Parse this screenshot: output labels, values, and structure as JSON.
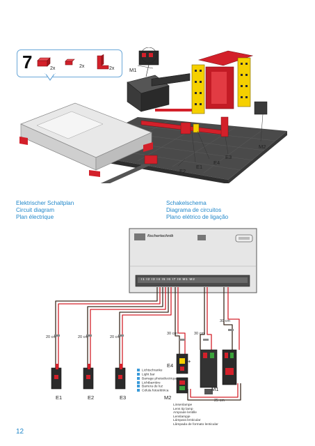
{
  "step": {
    "number": "7",
    "parts": [
      {
        "qty": "2x"
      },
      {
        "qty": "2x"
      },
      {
        "qty": "2x"
      }
    ]
  },
  "model_callouts": {
    "m1": "M1",
    "m2": "M2",
    "e1": "E1",
    "e2": "E2",
    "e3": "E3",
    "e4": "E4"
  },
  "headings": {
    "left": [
      "Elektrischer Schaltplan",
      "Circuit diagram",
      "Plan électrique"
    ],
    "right": [
      "Schakelschema",
      "Diagrama de circuitos",
      "Plano elétrico de ligação"
    ]
  },
  "controller": {
    "brand": "fischertechnik",
    "terminal_strip": "I1 I2 I3 I4 I5 I6 I7 I8 M1 M2"
  },
  "cable_lengths": {
    "e1": "20 cm",
    "e2": "20 cm",
    "e3": "20 cm",
    "e4": "30 cm",
    "m1": "30 cm",
    "m2": "30 cm",
    "bottom": "25 cm"
  },
  "circuit_labels": {
    "e1": "E1",
    "e2": "E2",
    "e3": "E3",
    "e4": "E4",
    "m1": "M1",
    "m2": "M2",
    "plus": "+"
  },
  "legend_phototransistor": [
    "Lichtschranke",
    "Light bar",
    "Barrage photoélectrique",
    "Lichtbarrière",
    "Barrera de luz",
    "Célula fotoelétrica"
  ],
  "legend_lamp": [
    "Linsenlampe",
    "Lens tip lamp",
    "Ampoule lentille",
    "Lenslampje",
    "Lámpara lenticular",
    "Lâmpada de formato lenticular"
  ],
  "page_number": "12",
  "colors": {
    "accent": "#1f86c9",
    "red": "#d3202a",
    "yellow": "#f5d000",
    "dark": "#3a3a3a"
  }
}
